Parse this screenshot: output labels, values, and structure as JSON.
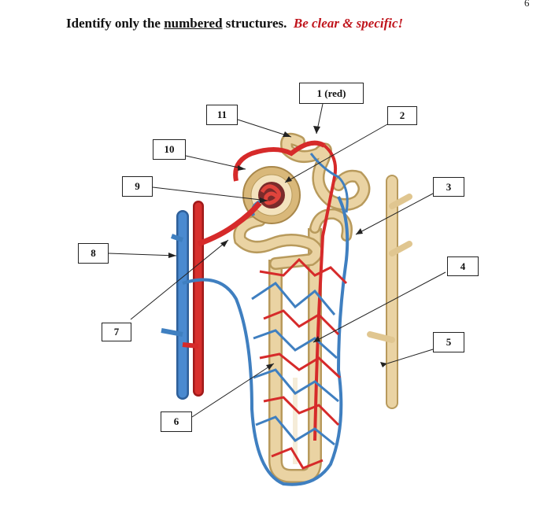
{
  "page_number": "6",
  "heading": {
    "part1": "Identify only the ",
    "underlined": "numbered",
    "part2": " structures.",
    "emphasis": "Be clear & specific!"
  },
  "labels": [
    {
      "id": "1",
      "text": "1 (red)"
    },
    {
      "id": "2",
      "text": "2"
    },
    {
      "id": "3",
      "text": "3"
    },
    {
      "id": "4",
      "text": "4"
    },
    {
      "id": "5",
      "text": "5"
    },
    {
      "id": "6",
      "text": "6"
    },
    {
      "id": "7",
      "text": "7"
    },
    {
      "id": "8",
      "text": "8"
    },
    {
      "id": "9",
      "text": "9"
    },
    {
      "id": "10",
      "text": "10"
    },
    {
      "id": "11",
      "text": "11"
    }
  ],
  "colors": {
    "artery": "#d62a2a",
    "vein": "#3f7fc0",
    "tubule": "#e8cf9e",
    "tubule_edge": "#b89a5c",
    "capsule": "#d9b87a"
  }
}
